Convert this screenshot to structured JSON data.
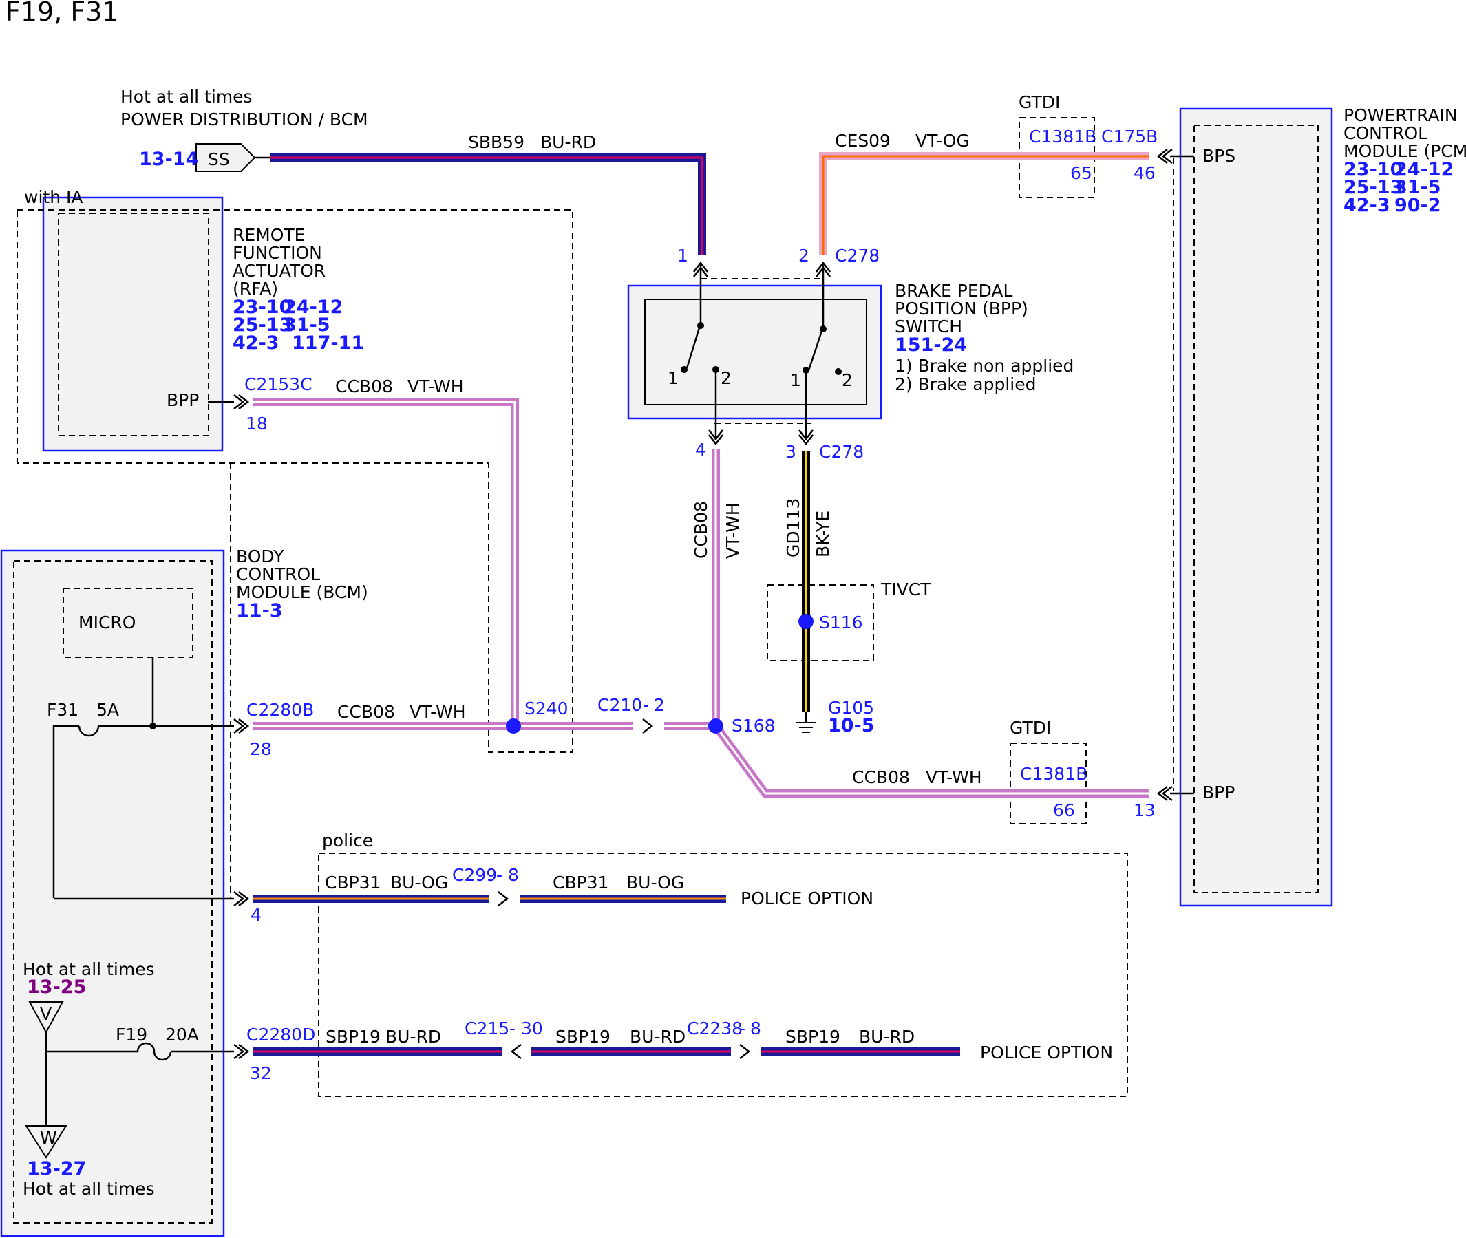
{
  "page": {
    "title": "F19, F31"
  },
  "colors": {
    "link_blue": "#1a1aff",
    "ref_purple": "#800080",
    "wire_bu_rd_outer": "#1a1a99",
    "wire_bu_rd_inner": "#e0005a",
    "wire_vt_wh_outer": "#c877c8",
    "wire_vt_wh_inner": "#ffffff",
    "wire_vt_og_outer": "#e7a6c6",
    "wire_vt_og_inner": "#ff6a00",
    "wire_bk_ye_outer": "#000000",
    "wire_bk_ye_inner": "#ffd400",
    "wire_bu_og_outer": "#1a1a99",
    "wire_bu_og_inner": "#ff8c00",
    "splice_dot": "#1a1aff"
  },
  "top_source": {
    "note1": "Hot at all times",
    "note2": "POWER DISTRIBUTION / BCM",
    "ref": "13-14",
    "connector": "SS"
  },
  "with_ia": {
    "label": "with IA"
  },
  "rfa": {
    "name_lines": [
      "REMOTE",
      "FUNCTION",
      "ACTUATOR",
      "(RFA)"
    ],
    "refs": [
      "23-10",
      "24-12",
      "25-13",
      "31-5",
      "42-3",
      "117-11"
    ],
    "pin_label": "BPP",
    "connector": "C2153C",
    "pin": "18"
  },
  "bpp_switch": {
    "name_lines": [
      "BRAKE PEDAL",
      "POSITION (BPP)",
      "SWITCH"
    ],
    "ref": "151-24",
    "notes": [
      "1) Brake non applied",
      "2) Brake applied"
    ],
    "top_pin_left": "1",
    "top_pin_right": "2",
    "top_connector": "C278",
    "bottom_pin_left": "4",
    "bottom_pin_right": "3",
    "bottom_connector": "C278",
    "contact_1": "1",
    "contact_2": "2"
  },
  "gtdi_top": {
    "label": "GTDI",
    "connector_a": "C1381B",
    "connector_b": "C175B",
    "pin_a": "65",
    "pin_b": "46"
  },
  "pcm": {
    "name_lines": [
      "POWERTRAIN",
      "CONTROL",
      "MODULE (PCM)"
    ],
    "refs": [
      "23-10",
      "24-12",
      "25-13",
      "31-5",
      "42-3",
      "90-2"
    ],
    "pin_bps": "BPS",
    "pin_bpp": "BPP"
  },
  "bcm": {
    "name_lines": [
      "BODY",
      "CONTROL",
      "MODULE (BCM)"
    ],
    "ref": "11-3",
    "micro": "MICRO",
    "fuse_f31": "F31",
    "fuse_f31_rating": "5A",
    "fuse_f19": "F19",
    "fuse_f19_rating": "20A",
    "hot1": "Hot at all times",
    "hot1_ref": "13-25",
    "hot1_conn": "V",
    "hot2": "Hot at all times",
    "hot2_ref": "13-27",
    "hot2_conn": "W",
    "conn_b": "C2280B",
    "conn_b_pin": "28",
    "pin_4": "4",
    "conn_d": "C2280D",
    "conn_d_pin": "32"
  },
  "wires": {
    "sbb59_circuit": "SBB59",
    "sbb59_color": "BU-RD",
    "ces09_circuit": "CES09",
    "ces09_color": "VT-OG",
    "ccb08_circuit": "CCB08",
    "vt_wh": "VT-WH",
    "gd113_circuit": "GD113",
    "bk_ye": "BK-YE",
    "cbp31_circuit": "CBP31",
    "bu_og": "BU-OG",
    "sbp19_circuit": "SBP19",
    "bu_rd": "BU-RD"
  },
  "splices": {
    "s240": "S240",
    "s168": "S168",
    "s116": "S116"
  },
  "inline_connectors": {
    "c210": "C210",
    "c210_pin": "2",
    "c299": "C299",
    "c299_pin": "8",
    "c215": "C215",
    "c215_pin": "30",
    "c2238": "C2238",
    "c2238_pin": "8",
    "dash": "-"
  },
  "tivct": {
    "label": "TIVCT"
  },
  "ground": {
    "name": "G105",
    "ref": "10-5"
  },
  "gtdi_bottom": {
    "label": "GTDI",
    "connector": "C1381B",
    "pin": "66",
    "pcm_pin": "13"
  },
  "police": {
    "label": "police",
    "option1": "POLICE OPTION",
    "option2": "POLICE OPTION"
  }
}
